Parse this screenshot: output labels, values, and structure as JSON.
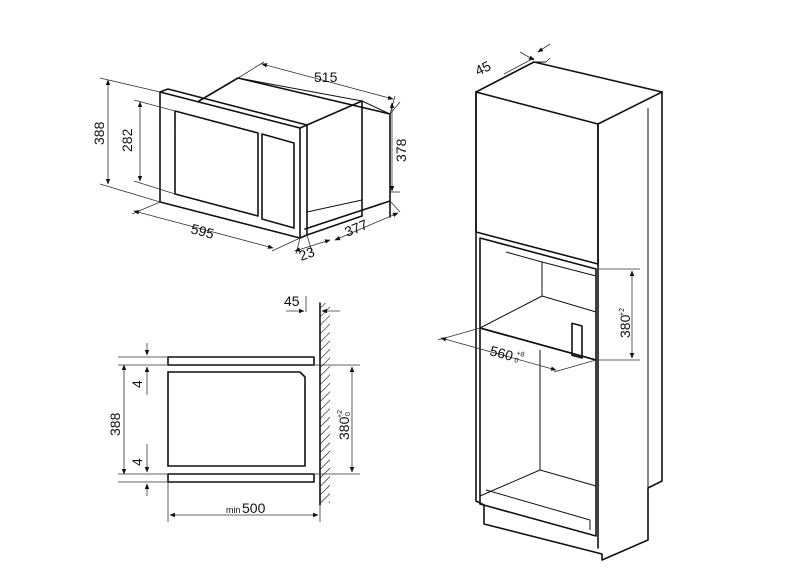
{
  "dims": {
    "iso_width": "515",
    "iso_front_height": "388",
    "iso_screen_height": "282",
    "iso_depth_height": "378",
    "iso_front_width": "595",
    "iso_frame_depth": "23",
    "iso_depth": "377",
    "side_recess": "45",
    "side_gap_top": "4",
    "side_gap_bottom": "4",
    "side_height": "388",
    "side_niche": "380",
    "side_niche_tol_plus": "+2",
    "side_niche_tol_minus": "0",
    "side_min_prefix": "min",
    "side_min_depth": "500",
    "cab_recess": "45",
    "cab_niche_width": "560",
    "cab_niche_width_tol_plus": "+8",
    "cab_niche_width_tol_minus": "0",
    "cab_niche_height": "380",
    "cab_niche_height_tol": "+2"
  }
}
